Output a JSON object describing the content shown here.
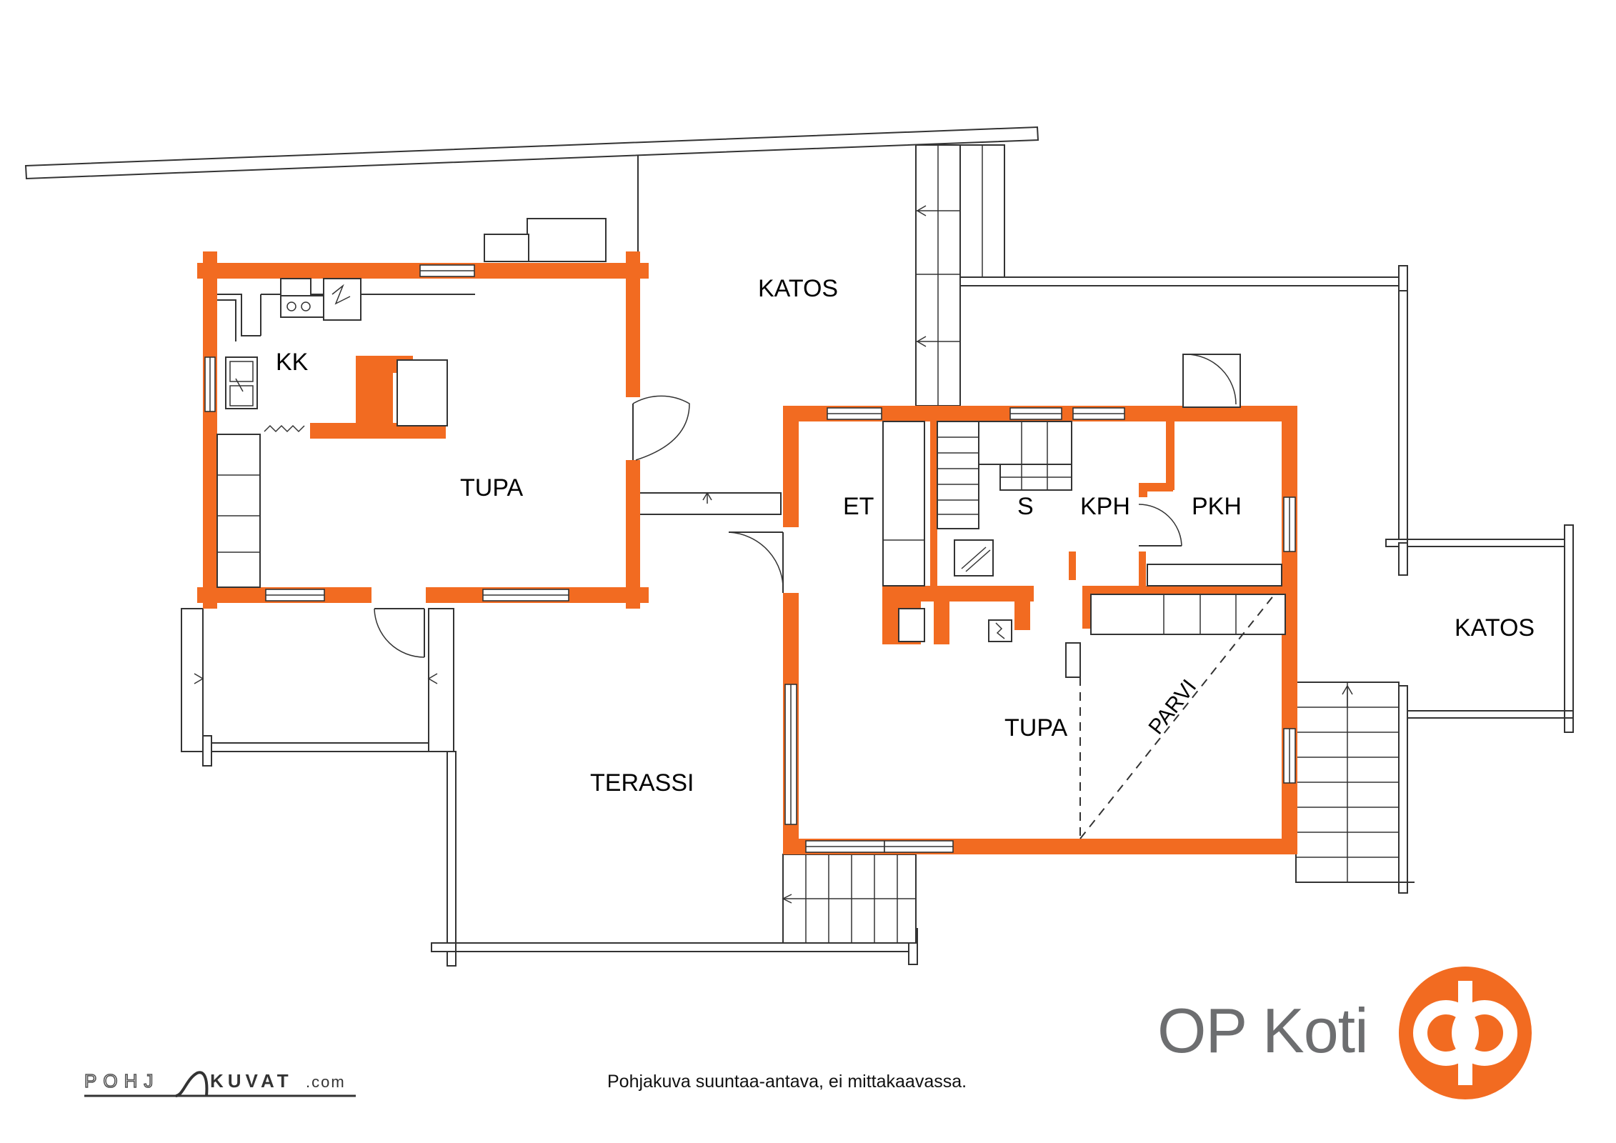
{
  "rooms": {
    "katos_top": "KATOS",
    "kk": "KK",
    "tupa_left": "TUPA",
    "et": "ET",
    "s": "S",
    "kph": "KPH",
    "pkh": "PKH",
    "katos_right": "KATOS",
    "tupa_right": "TUPA",
    "parvi": "PARVI",
    "terassi": "TERASSI"
  },
  "footer": {
    "note": "Pohjakuva suuntaa-antava, ei mittakaavassa.",
    "brand": "OP Koti",
    "pohjakuvat_left": "POHJ",
    "pohjakuvat_right": "KUVAT",
    "pohjakuvat_domain": ".com"
  },
  "colors": {
    "wall": "#F26B21",
    "brand_text": "#6d6e70",
    "logo": "#F26B21"
  }
}
